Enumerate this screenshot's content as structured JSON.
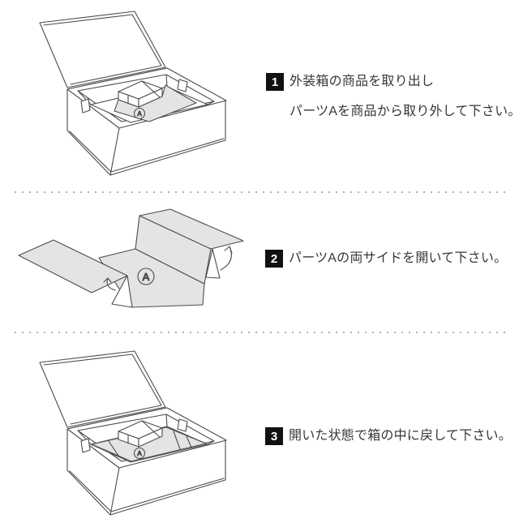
{
  "page": {
    "background": "#ffffff",
    "text_color": "#363636",
    "badge_background": "#111111",
    "badge_text_color": "#ffffff",
    "line_art_color": "#4c4c4c",
    "part_fill_color": "#e4e4e4",
    "separator_dot_color": "#b0b0b0"
  },
  "steps": [
    {
      "number": "1",
      "part_label": "A",
      "lines": [
        "外装箱の商品を取り出し",
        "パーツAを商品から取り外して下さい。"
      ]
    },
    {
      "number": "2",
      "part_label": "A",
      "lines": [
        "パーツAの両サイドを開いて下さい。"
      ]
    },
    {
      "number": "3",
      "part_label": "A",
      "lines": [
        "開いた状態で箱の中に戻して下さい。"
      ]
    }
  ]
}
